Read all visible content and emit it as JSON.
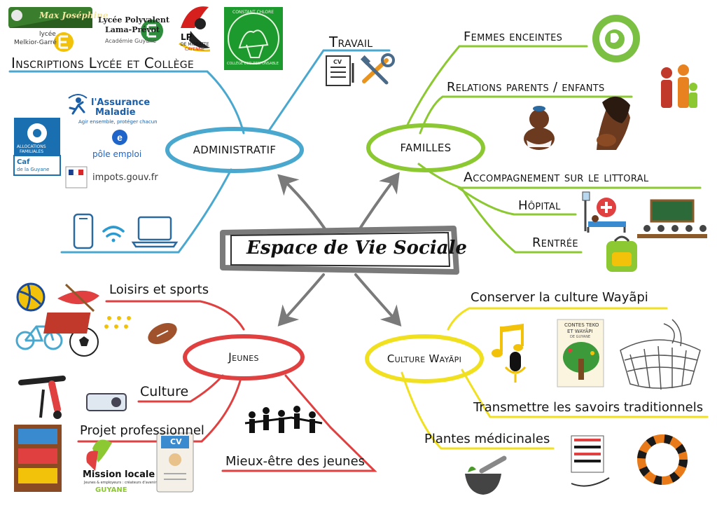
{
  "center": {
    "title": "Espace de Vie Sociale"
  },
  "colors": {
    "administratif": "#4aa8cf",
    "familles": "#8cc832",
    "jeunes": "#e04040",
    "culture": "#f0e020",
    "center_frame": "#7a7a7a",
    "arrows": "#7a7a7a"
  },
  "branches": {
    "administratif": {
      "hub": "ADMINISTRATIF",
      "labels": {
        "inscriptions": "Inscriptions Lycée et Collège",
        "travail": "Travail"
      },
      "logos": {
        "max_josephine": "Max Joséphine",
        "melkior_line1": "lycée",
        "melkior_line2": "Melkior-Garré",
        "lama_line1": "Lycée Polyvalent",
        "lama_line2": "Lama-Prévot",
        "lama_line3": "Académie Guyane",
        "lp_line1": "LP",
        "lp_line2": "DE MIGRATTE",
        "lp_line3": "CAYENNE",
        "college_arc1": "CONSTANT CHLORE",
        "college_arc2": "COLLÈGE ECO-RESPONSABLE",
        "assurance_line1": "l'Assurance",
        "assurance_line2": "Maladie",
        "assurance_tagline": "Agir ensemble, protéger chacun",
        "pole_emploi": "pôle emploi",
        "impots": "impots.gouv.fr",
        "caf_line1": "ALLOCATIONS",
        "caf_line2": "FAMILIALES",
        "caf_line3": "Caf",
        "caf_line4": "de la Guyane",
        "cv_card": "CV"
      }
    },
    "familles": {
      "hub": "FAMILLES",
      "labels": {
        "femmes": "Femmes enceintes",
        "relations": "Relations parents / enfants",
        "accompagnement": "Accompagnement sur le littoral",
        "hopital": "Hôpital",
        "rentree": "Rentrée"
      }
    },
    "jeunes": {
      "hub": "Jeunes",
      "labels": {
        "loisirs": "Loisirs et sports",
        "culture": "Culture",
        "projet": "Projet professionnel",
        "mieux": "Mieux-être des jeunes"
      },
      "logos": {
        "mission_line1": "Mission locale",
        "mission_tag": "Jeunes & employeurs : créateurs d'avenir",
        "mission_region": "GUYANE",
        "cv_card": "CV"
      }
    },
    "culture": {
      "hub": "Culture Wayãpi",
      "labels": {
        "conserver": "Conserver la culture Wayãpi",
        "transmettre": "Transmettre les savoirs traditionnels",
        "plantes": "Plantes médicinales"
      },
      "book": {
        "line1": "CONTES TEKO",
        "line2": "ET WAYÃPI",
        "line3": "DE GUYANE"
      }
    }
  }
}
